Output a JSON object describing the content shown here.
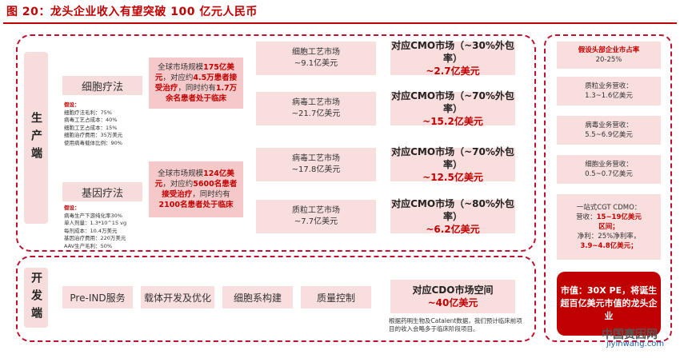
{
  "title": "图 20：龙头企业收入有望突破 100 亿元人民币",
  "sections": {
    "production": "生产端",
    "development": "开发端"
  },
  "categories": {
    "cell": "细胞疗法",
    "gene": "基因疗法"
  },
  "cell_assumptions": {
    "heading": "假设：",
    "lines": [
      "细胞疗法毛利：75%",
      "病毒工艺占成本：40%",
      "细胞工艺占成本：15%",
      "细胞治疗费用：35万美元",
      "使用病毒载体比例：90%"
    ]
  },
  "gene_assumptions": {
    "heading": "假设：",
    "lines": [
      "病毒生产下游纯化率30%",
      "单人剂量：1.3*10^15 vg",
      "每剂成本：10.4万美元",
      "基因治疗费用：220万美元",
      "AAV生产毛利：50%"
    ]
  },
  "cell_scale": {
    "pre": "全球市场规模",
    "hl1": "175亿美元",
    "mid1": "，对应约",
    "hl2": "4.5万患者接受治疗",
    "mid2": "，同时约有",
    "hl3": "1.7万余名患者处于临床"
  },
  "gene_scale": {
    "pre": "全球市场规模",
    "hl1": "124亿美元",
    "mid1": "，对应约",
    "hl2": "5600名患者接受治疗",
    "mid2": "，同时约有",
    "hl3": "2100名患者处于临床"
  },
  "markets": [
    {
      "name": "细胞工艺市场",
      "value": "~9.1亿美元"
    },
    {
      "name": "病毒工艺市场",
      "value": "~21.7亿美元"
    },
    {
      "name": "病毒工艺市场",
      "value": "~17.8亿美元"
    },
    {
      "name": "质粒工艺市场",
      "value": "~7.7亿美元"
    }
  ],
  "cmo": [
    {
      "name": "对应CMO市场（~30%外包率）",
      "value": "~2.7亿美元"
    },
    {
      "name": "对应CMO市场（~70%外包率）",
      "value": "~15.2亿美元"
    },
    {
      "name": "对应CMO市场（~70%外包率）",
      "value": "~12.5亿美元"
    },
    {
      "name": "对应CMO市场（~80%外包率）",
      "value": "~6.2亿美元"
    }
  ],
  "dev_services": [
    "Pre-IND服务",
    "载体开发及优化",
    "细胞系构建",
    "质量控制"
  ],
  "cdo": {
    "name": "对应CDO市场空间",
    "value": "~40亿美元"
  },
  "cdo_note": "根据药明生物及Catalent数据，我们预计临床前项目的收入会略多于临床阶段项目。",
  "right": {
    "share": {
      "line1": "假设头部企业市占率",
      "line2": "20-25%"
    },
    "plasmid": {
      "line1": "质粒业务营收：",
      "line2": "1.3~1.6亿美元"
    },
    "virus": {
      "line1": "病毒业务营收：",
      "line2": "5.5~6.9亿美元"
    },
    "cell": {
      "line1": "细胞业务营收：",
      "line2": "0.5~0.7亿美元"
    },
    "cgt": {
      "line1": "一站式CGT CDMO：",
      "line2a": "营收：",
      "line2b": "15~19亿美元",
      "line3": "区间；",
      "line4a": "净利：",
      "line4b": "25%净利率，",
      "line5": "3.9~4.8亿美元；"
    },
    "final": "市值：30X PE，将诞生超百亿美元市值的龙头企业"
  },
  "watermark": {
    "cn": "中国赛因网",
    "url": "jiyinwang.com"
  }
}
